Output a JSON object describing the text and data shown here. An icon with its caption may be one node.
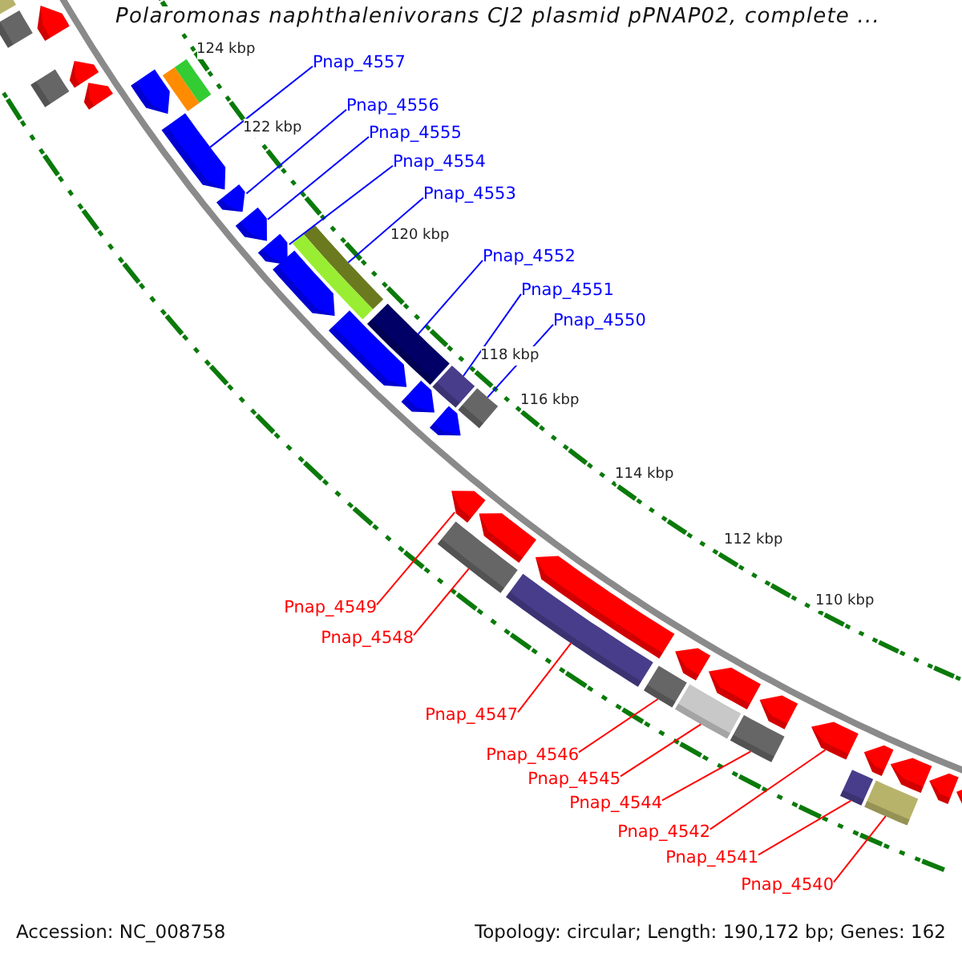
{
  "diagram": {
    "title": "Polaromonas naphthalenivorans CJ2 plasmid pPNAP02, complete ...",
    "nodes": [
      {
        "text": [
          "Pnap_4557"
        ]
      },
      {
        "text": [
          "Pnap_4556"
        ]
      },
      {
        "text": [
          "Pnap_4555"
        ]
      },
      {
        "text": [
          "Pnap_4554"
        ]
      },
      {
        "text": [
          "Pnap_4553"
        ]
      },
      {
        "text": [
          "Pnap_4552"
        ]
      },
      {
        "text": [
          "Pnap_4551"
        ]
      },
      {
        "text": [
          "Pnap_4550"
        ]
      },
      {
        "text": [
          "Pnap_4549"
        ]
      },
      {
        "text": [
          "Pnap_4548"
        ]
      },
      {
        "text": [
          "Pnap_4547"
        ]
      },
      {
        "text": [
          "Pnap_4546"
        ]
      },
      {
        "text": [
          "Pnap_4545"
        ]
      },
      {
        "text": [
          "Pnap_4544"
        ]
      },
      {
        "text": [
          "Pnap_4542"
        ]
      },
      {
        "text": [
          "Pnap_4541"
        ]
      },
      {
        "text": [
          "Pnap_4540"
        ]
      },
      {
        "text": [],
        "shape": "bar"
      },
      {
        "text": [],
        "shape": "bar"
      },
      {
        "text": [],
        "shape": "arrow"
      },
      {
        "text": [],
        "shape": "bar"
      },
      {
        "text": [],
        "shape": "arrow"
      },
      {
        "text": [],
        "shape": "arrow"
      },
      {
        "text": [],
        "shape": "arrow"
      },
      {
        "text": [],
        "shape": "bar"
      },
      {
        "text": [],
        "shape": "arrow"
      },
      {
        "text": [],
        "shape": "arrow"
      },
      {
        "text": [],
        "shape": "arrow"
      },
      {
        "text": [],
        "shape": "arrow"
      },
      {
        "text": [],
        "shape": "bar"
      },
      {
        "text": [],
        "shape": "arrow"
      },
      {
        "text": [],
        "shape": "arrow"
      },
      {
        "text": [],
        "shape": "bar"
      },
      {
        "text": [],
        "shape": "arrow"
      },
      {
        "text": [],
        "shape": "bar"
      },
      {
        "text": [],
        "shape": "arrow"
      },
      {
        "text": [],
        "shape": "bar"
      },
      {
        "text": [],
        "shape": "arrow"
      },
      {
        "text": [],
        "shape": "bar"
      },
      {
        "text": [],
        "shape": "arrow"
      },
      {
        "text": [],
        "shape": "arrow"
      },
      {
        "text": [],
        "shape": "bar"
      },
      {
        "text": [],
        "shape": "bar"
      },
      {
        "text": [],
        "shape": "arrow"
      },
      {
        "text": [],
        "shape": "bar"
      },
      {
        "text": [],
        "shape": "arrow"
      },
      {
        "text": [],
        "shape": "bar"
      },
      {
        "text": [],
        "shape": "arrow"
      },
      {
        "text": [],
        "shape": "arrow"
      },
      {
        "text": [],
        "shape": "bar"
      },
      {
        "text": [],
        "shape": "arrow"
      },
      {
        "text": [],
        "shape": "bar"
      },
      {
        "text": [],
        "shape": "arrow"
      },
      {
        "text": [],
        "shape": "arrow"
      },
      {
        "text": [],
        "shape": "arrow"
      }
    ],
    "edges": [
      {
        "from": 0,
        "to": 25,
        "arrow": "none",
        "color": "#0000ff"
      },
      {
        "from": 1,
        "to": 26,
        "arrow": "none",
        "color": "#0000ff"
      },
      {
        "from": 2,
        "to": 27,
        "arrow": "none",
        "color": "#0000ff"
      },
      {
        "from": 3,
        "to": 28,
        "arrow": "none",
        "color": "#0000ff"
      },
      {
        "from": 4,
        "to": 29,
        "arrow": "none",
        "color": "#0000ff"
      },
      {
        "from": 5,
        "to": 32,
        "arrow": "none",
        "color": "#0000ff"
      },
      {
        "from": 6,
        "to": 34,
        "arrow": "none",
        "color": "#0000ff"
      },
      {
        "from": 7,
        "to": 36,
        "arrow": "none",
        "color": "#0000ff"
      },
      {
        "from": 8,
        "to": 37,
        "arrow": "none"
      },
      {
        "from": 9,
        "to": 38,
        "arrow": "none"
      },
      {
        "from": 10,
        "to": 41,
        "arrow": "none"
      },
      {
        "from": 11,
        "to": 42,
        "arrow": "none"
      },
      {
        "from": 12,
        "to": 44,
        "arrow": "none"
      },
      {
        "from": 13,
        "to": 46,
        "arrow": "none"
      },
      {
        "from": 14,
        "to": 48,
        "arrow": "none"
      },
      {
        "from": 15,
        "to": 49,
        "arrow": "none"
      },
      {
        "from": 16,
        "to": 51,
        "arrow": "none"
      }
    ],
    "labels": [
      "124 kbp",
      "122 kbp",
      "120 kbp",
      "118 kbp",
      "116 kbp",
      "114 kbp",
      "112 kbp",
      "110 kbp",
      "Accession: NC_008758",
      "Topology: circular; Length: 190,172 bp; Genes: 162"
    ]
  }
}
